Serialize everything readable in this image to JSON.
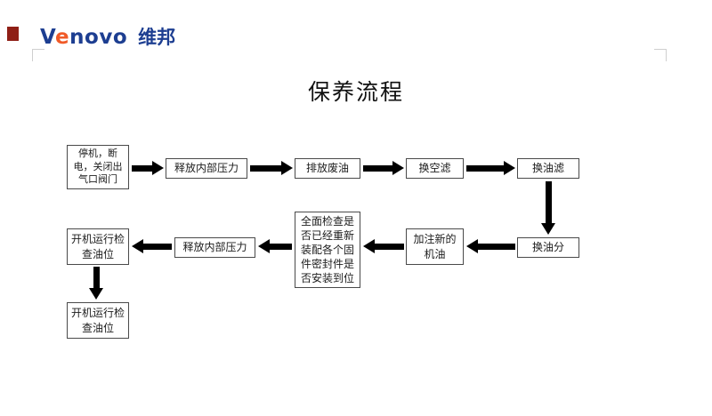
{
  "header": {
    "logo_v": "V",
    "logo_e": "e",
    "logo_rest": "novo",
    "logo_cn": "维邦"
  },
  "title": "保养流程",
  "flowchart": {
    "nodes": [
      {
        "label": "停机，断电，关闭出气口阀门"
      },
      {
        "label": "释放内部压力"
      },
      {
        "label": "排放废油"
      },
      {
        "label": "换空滤"
      },
      {
        "label": "换油滤"
      },
      {
        "label": "换油分"
      },
      {
        "label": "加注新的机油"
      },
      {
        "label": "全面检查是否已经重新装配各个固件密封件是否安装到位"
      },
      {
        "label": "释放内部压力"
      },
      {
        "label": "开机运行检查油位"
      },
      {
        "label": "开机运行检查油位"
      }
    ]
  },
  "colors": {
    "logo_blue": "#1d3e91",
    "logo_orange": "#f05a28",
    "arrow_black": "#000000",
    "box_border": "#4a4a4a",
    "red_mark": "#8f1f16"
  }
}
